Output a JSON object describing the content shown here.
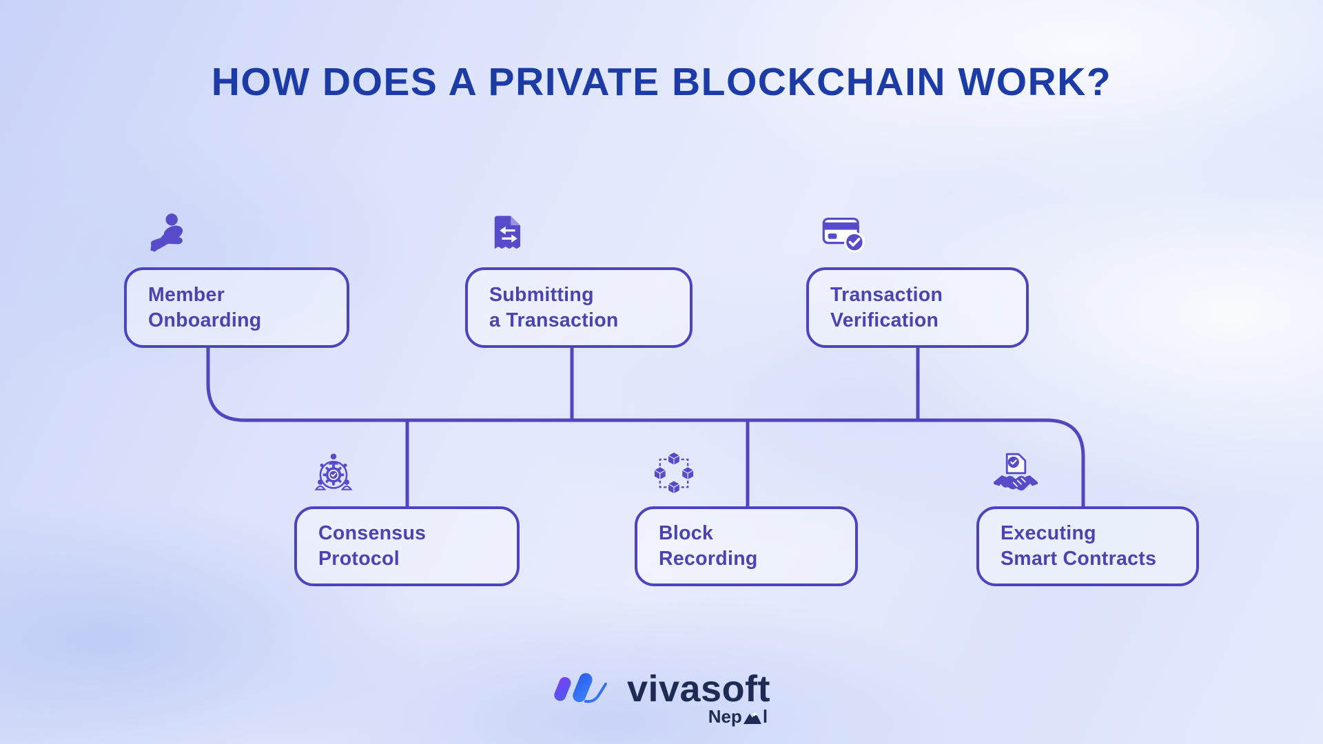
{
  "title": "HOW DOES A PRIVATE BLOCKCHAIN WORK?",
  "diagram": {
    "type": "flow-infographic",
    "nodes": [
      {
        "label": "Member\nOnboarding",
        "icon": "member-onboarding-icon",
        "row": "top"
      },
      {
        "label": "Submitting\na Transaction",
        "icon": "submitting-transaction-icon",
        "row": "top"
      },
      {
        "label": "Transaction\nVerification",
        "icon": "transaction-verification-icon",
        "row": "top"
      },
      {
        "label": "Consensus\nProtocol",
        "icon": "consensus-protocol-icon",
        "row": "bottom"
      },
      {
        "label": "Block\nRecording",
        "icon": "block-recording-icon",
        "row": "bottom"
      },
      {
        "label": "Executing\nSmart Contracts",
        "icon": "executing-smart-contracts-icon",
        "row": "bottom"
      }
    ],
    "flow_order": [
      "Member Onboarding",
      "Submitting a Transaction",
      "Transaction Verification",
      "Consensus Protocol",
      "Block Recording",
      "Executing Smart Contracts"
    ]
  },
  "footer": {
    "brand": "vivasoft",
    "region_full": "Nepal",
    "region_prefix": "Nep",
    "region_suffix": "l",
    "region_icon": "mountain-icon",
    "logo_icon": "vivasoft-logo-mark"
  },
  "colors": {
    "title_text": "#1d3ba6",
    "node_border": "#4c43c0",
    "node_text": "#4a43b1",
    "icon_fill": "#564cc9",
    "connector_line": "#4f46c0",
    "background_base": "#dde4fb",
    "logo_text": "#1e2b55",
    "logo_mark_purple": "#7b3ff2",
    "logo_mark_blue": "#2f6bf5"
  }
}
